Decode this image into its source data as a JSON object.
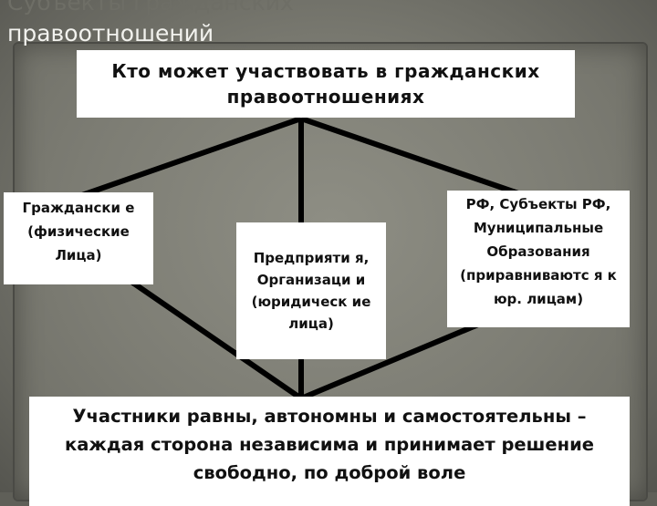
{
  "slide": {
    "title_line1": "Субъекты гражданских",
    "title_line2": "правоотношений"
  },
  "diagram": {
    "top_box": "Кто может участвовать в гражданских правоотношениях",
    "left_box": "Граждански е (физические Лица)",
    "middle_box": "Предприяти я, Организаци и (юридическ ие лица)",
    "right_box": "РФ, Субъекты РФ, Муниципальные Образования (приравниваютс я к юр. лицам)",
    "bottom_box": "Участники равны, автономны и самостоятельны – каждая сторона независима и принимает решение свободно, по доброй воле"
  },
  "colors": {
    "background": "#7d7d74",
    "box_fill": "#ffffff",
    "line": "#000000",
    "title_text": "#f2f2ee"
  }
}
